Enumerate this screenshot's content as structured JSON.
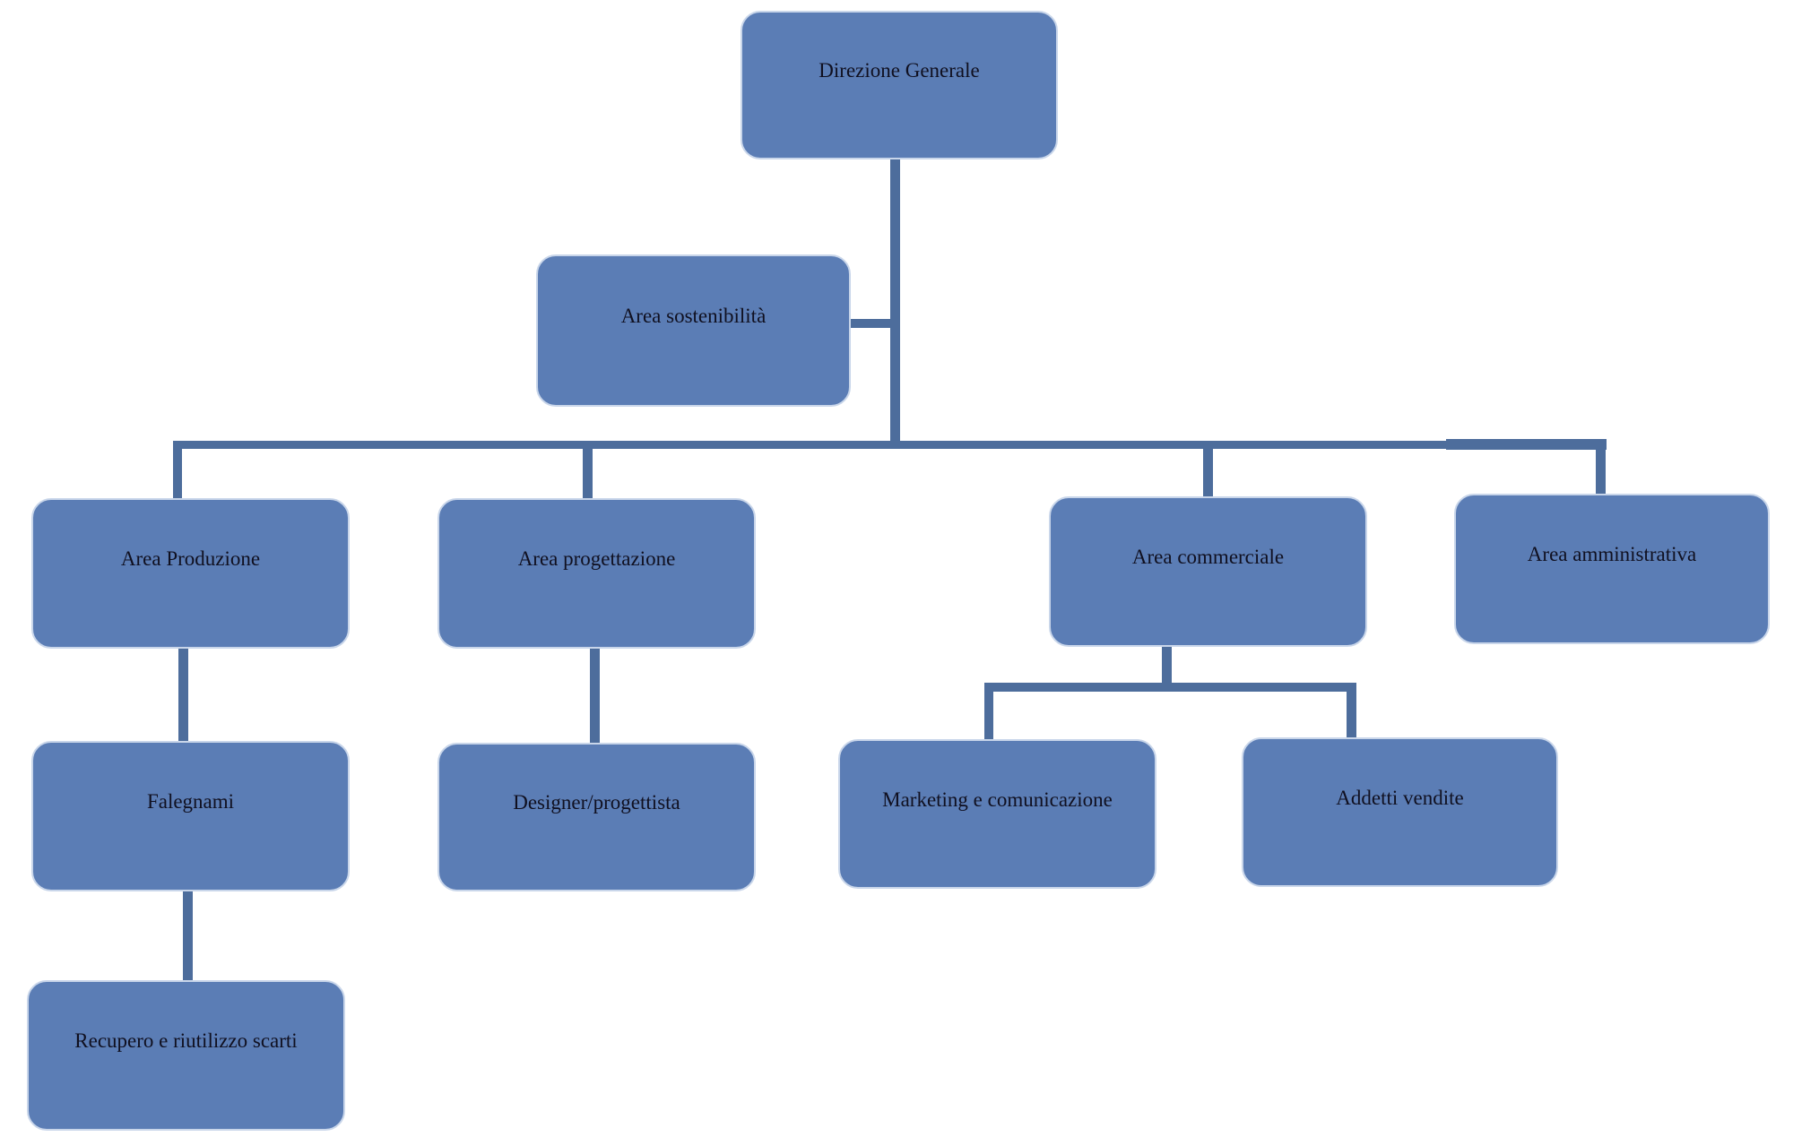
{
  "diagram": {
    "type": "org_chart",
    "nodes": [
      {
        "id": "direzione-generale",
        "label": "Direzione Generale"
      },
      {
        "id": "area-sostenibilita",
        "label": "Area sostenibilità"
      },
      {
        "id": "area-produzione",
        "label": "Area Produzione"
      },
      {
        "id": "area-progettazione",
        "label": "Area progettazione"
      },
      {
        "id": "area-commerciale",
        "label": "Area commerciale"
      },
      {
        "id": "area-amministrativa",
        "label": "Area amministrativa"
      },
      {
        "id": "falegnami",
        "label": "Falegnami"
      },
      {
        "id": "designer-progettista",
        "label": "Designer/progettista"
      },
      {
        "id": "marketing-e-comunicazione",
        "label": "Marketing e comunicazione"
      },
      {
        "id": "addetti-vendite",
        "label": "Addetti vendite"
      },
      {
        "id": "recupero-e-riutilizzo-scarti",
        "label": "Recupero e riutilizzo scarti"
      }
    ],
    "edges": [
      {
        "from": "Direzione Generale",
        "to": "Area sostenibilità",
        "type": "assistant"
      },
      {
        "from": "Direzione Generale",
        "to": "Area Produzione",
        "type": "reports"
      },
      {
        "from": "Direzione Generale",
        "to": "Area progettazione",
        "type": "reports"
      },
      {
        "from": "Direzione Generale",
        "to": "Area commerciale",
        "type": "reports"
      },
      {
        "from": "Direzione Generale",
        "to": "Area amministrativa",
        "type": "reports"
      },
      {
        "from": "Area Produzione",
        "to": "Falegnami",
        "type": "reports"
      },
      {
        "from": "Falegnami",
        "to": "Recupero e riutilizzo scarti",
        "type": "reports"
      },
      {
        "from": "Area progettazione",
        "to": "Designer/progettista",
        "type": "reports"
      },
      {
        "from": "Area commerciale",
        "to": "Marketing e comunicazione",
        "type": "reports"
      },
      {
        "from": "Area commerciale",
        "to": "Addetti vendite",
        "type": "reports"
      }
    ],
    "colors": {
      "node_fill": "#5b7db5",
      "node_border": "#c9d6ea",
      "connector": "#4d6d9c",
      "text": "#101020",
      "background": "#ffffff"
    }
  }
}
